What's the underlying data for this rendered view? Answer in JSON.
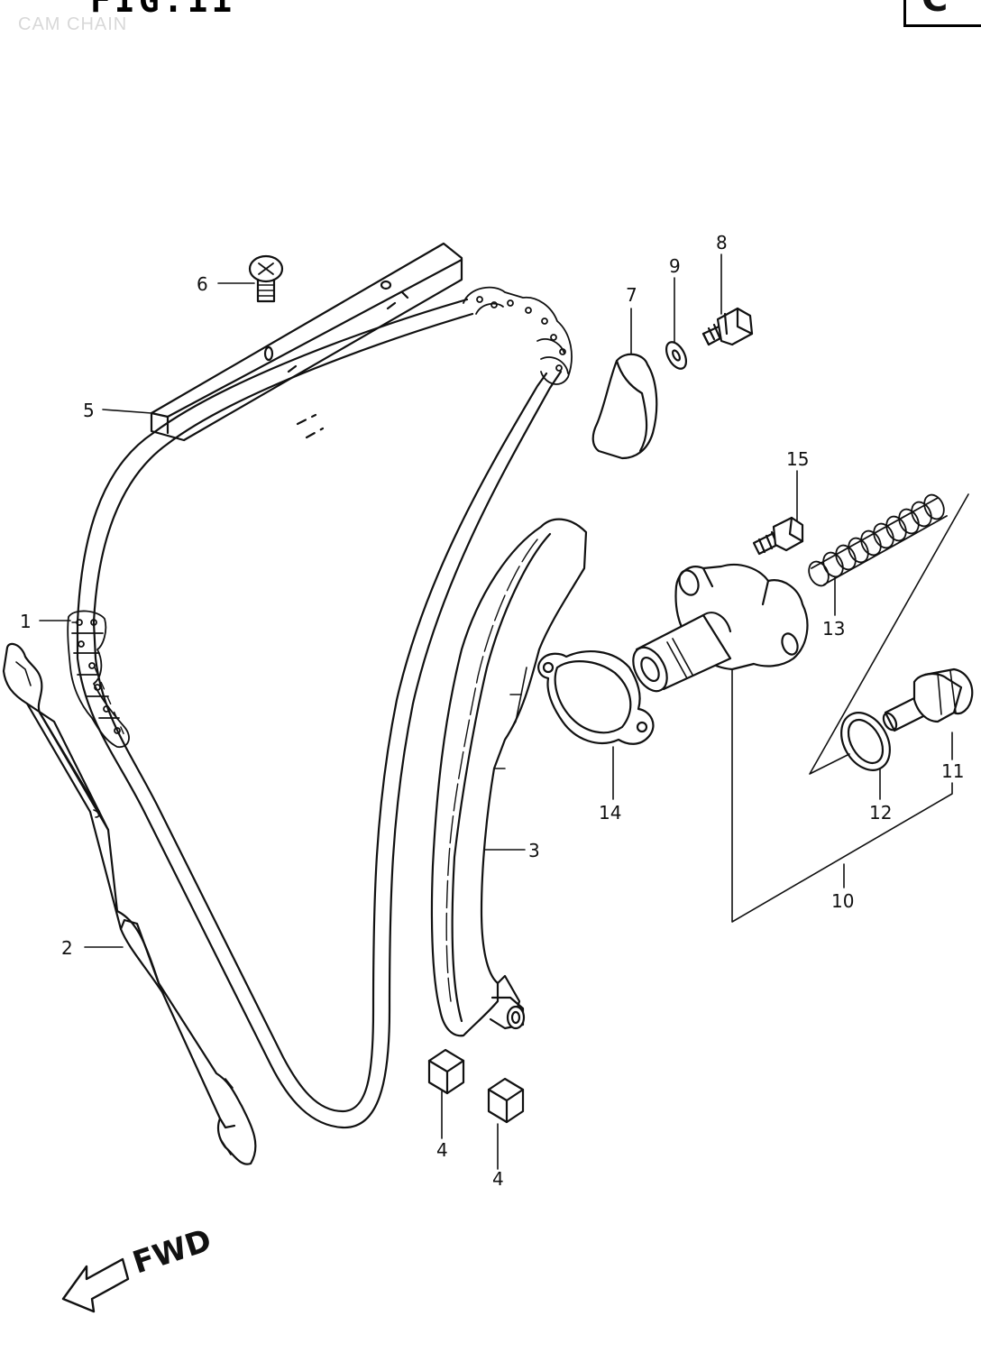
{
  "header": {
    "figure_label": "FIG.11",
    "figure_title": "CAM CHAIN",
    "corner_code": "C"
  },
  "callouts": {
    "c1": "1",
    "c2": "2",
    "c3": "3",
    "c4a": "4",
    "c4b": "4",
    "c5": "5",
    "c6": "6",
    "c7": "7",
    "c8": "8",
    "c9": "9",
    "c10": "10",
    "c11": "11",
    "c12": "12",
    "c13": "13",
    "c14": "14",
    "c15": "15"
  },
  "direction": {
    "label": "FWD"
  },
  "colors": {
    "ink": "#111111",
    "background": "#ffffff",
    "faded_text": "#d8d8d8"
  }
}
